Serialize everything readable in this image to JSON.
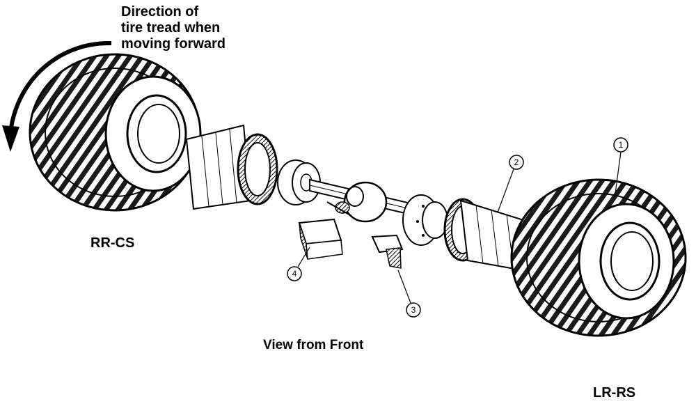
{
  "labels": {
    "direction": "Direction of\ntire tread when\nmoving forward",
    "rr_cs": "RR-CS",
    "lr_rs": "LR-RS",
    "view": "View from Front"
  },
  "callouts": [
    "1",
    "2",
    "3",
    "4"
  ]
}
